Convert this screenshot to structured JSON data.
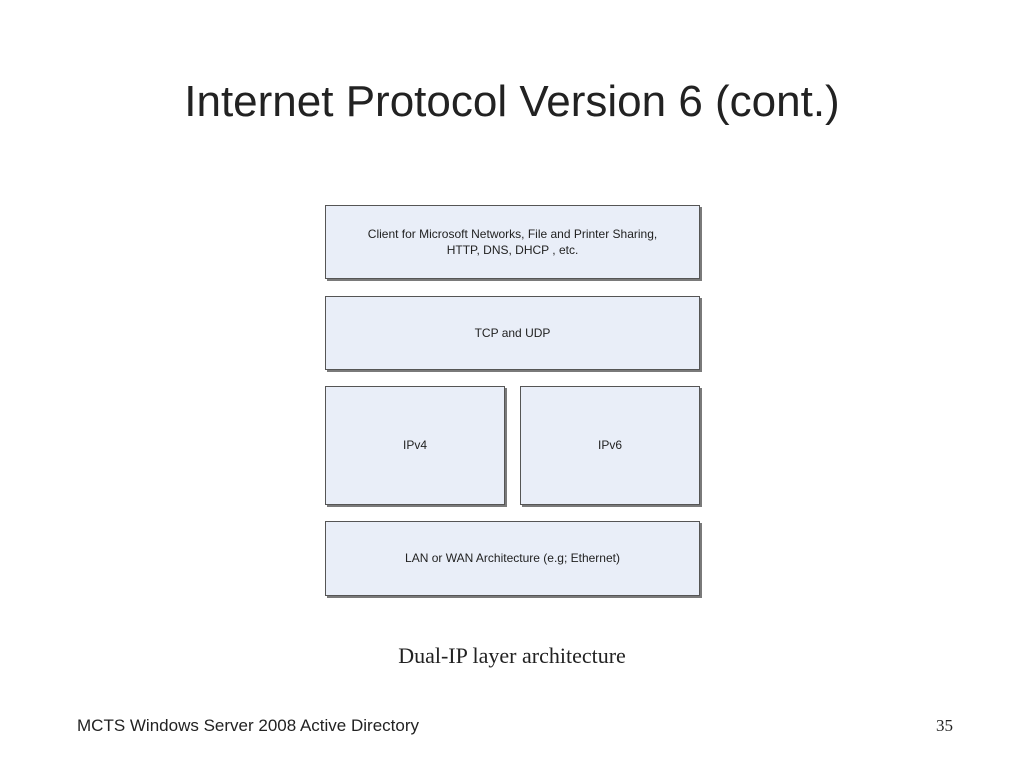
{
  "slide": {
    "title": "Internet Protocol Version 6 (cont.)",
    "caption": "Dual-IP layer architecture",
    "footer_text": "MCTS Windows Server 2008 Active Directory",
    "page_number": "35"
  },
  "diagram": {
    "layers": {
      "application": "Client for Microsoft Networks, File and Printer Sharing,\nHTTP, DNS, DHCP , etc.",
      "transport": "TCP and UDP",
      "ipv4": "IPv4",
      "ipv6": "IPv6",
      "link": "LAN or WAN Architecture (e.g; Ethernet)"
    }
  },
  "colors": {
    "box_fill": "#e9eef8",
    "box_border": "#555555",
    "text": "#222222"
  }
}
